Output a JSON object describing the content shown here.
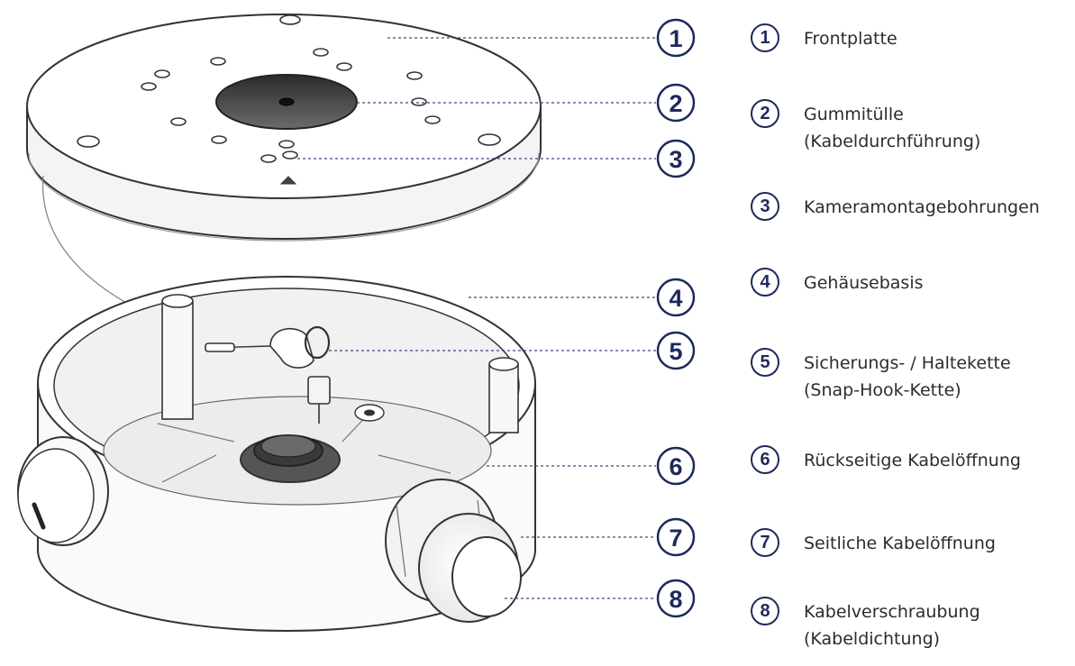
{
  "callouts": [
    {
      "number": "1",
      "lines": [
        "Frontplatte"
      ]
    },
    {
      "number": "2",
      "lines": [
        "Gummitülle",
        "(Kabeldurchführung)"
      ]
    },
    {
      "number": "3",
      "lines": [
        "Kameramontagebohrungen"
      ]
    },
    {
      "number": "4",
      "lines": [
        "Gehäusebasis"
      ]
    },
    {
      "number": "5",
      "lines": [
        "Sicherungs- / Haltekette",
        "(Snap-Hook-Kette)"
      ]
    },
    {
      "number": "6",
      "lines": [
        "Rückseitige Kabelöffnung"
      ]
    },
    {
      "number": "7",
      "lines": [
        "Seitliche Kabelöffnung"
      ]
    },
    {
      "number": "8",
      "lines": [
        "Kabelverschraubung",
        "(Kabeldichtung)"
      ]
    }
  ],
  "colors": {
    "accent": "#1e2a5a",
    "text": "#2c2c2c",
    "outline": "#333333"
  }
}
